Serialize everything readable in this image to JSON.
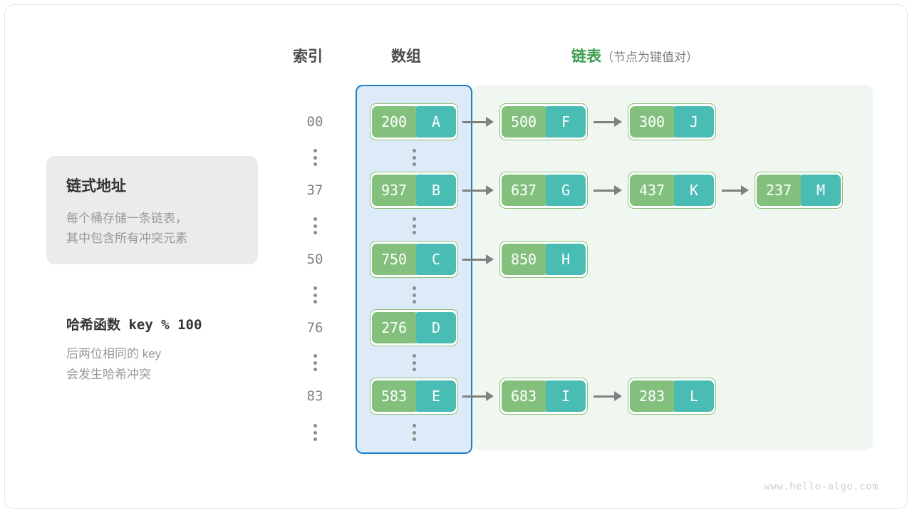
{
  "headers": {
    "index": "索引",
    "array": "数组",
    "list": "链表",
    "list_sub": "（节点为键值对）"
  },
  "colors": {
    "array_panel_fill": "#dcebf7",
    "array_panel_border": "#1f7ec4",
    "list_panel_fill": "#f0f7f0",
    "node_key_fill": "#83c07e",
    "node_value_fill": "#49bcb4",
    "node_border": "#8cbf78",
    "arrow": "#808080",
    "header_green": "#3c9c4e",
    "callout_fill": "#ebebeb"
  },
  "rows": [
    {
      "index": "00",
      "bucket": {
        "key": "200",
        "value": "A"
      },
      "chain": [
        {
          "key": "500",
          "value": "F"
        },
        {
          "key": "300",
          "value": "J"
        }
      ]
    },
    {
      "index": "37",
      "bucket": {
        "key": "937",
        "value": "B"
      },
      "chain": [
        {
          "key": "637",
          "value": "G"
        },
        {
          "key": "437",
          "value": "K"
        },
        {
          "key": "237",
          "value": "M"
        }
      ]
    },
    {
      "index": "50",
      "bucket": {
        "key": "750",
        "value": "C"
      },
      "chain": [
        {
          "key": "850",
          "value": "H"
        }
      ]
    },
    {
      "index": "76",
      "bucket": {
        "key": "276",
        "value": "D"
      },
      "chain": []
    },
    {
      "index": "83",
      "bucket": {
        "key": "583",
        "value": "E"
      },
      "chain": [
        {
          "key": "683",
          "value": "I"
        },
        {
          "key": "283",
          "value": "L"
        }
      ]
    }
  ],
  "callout": {
    "title": "链式地址",
    "line1": "每个桶存储一条链表，",
    "line2": "其中包含所有冲突元素"
  },
  "note": {
    "title": "哈希函数 key % 100",
    "line1": "后两位相同的 key",
    "line2": "会发生哈希冲突"
  },
  "watermark": "www.hello-algo.com"
}
